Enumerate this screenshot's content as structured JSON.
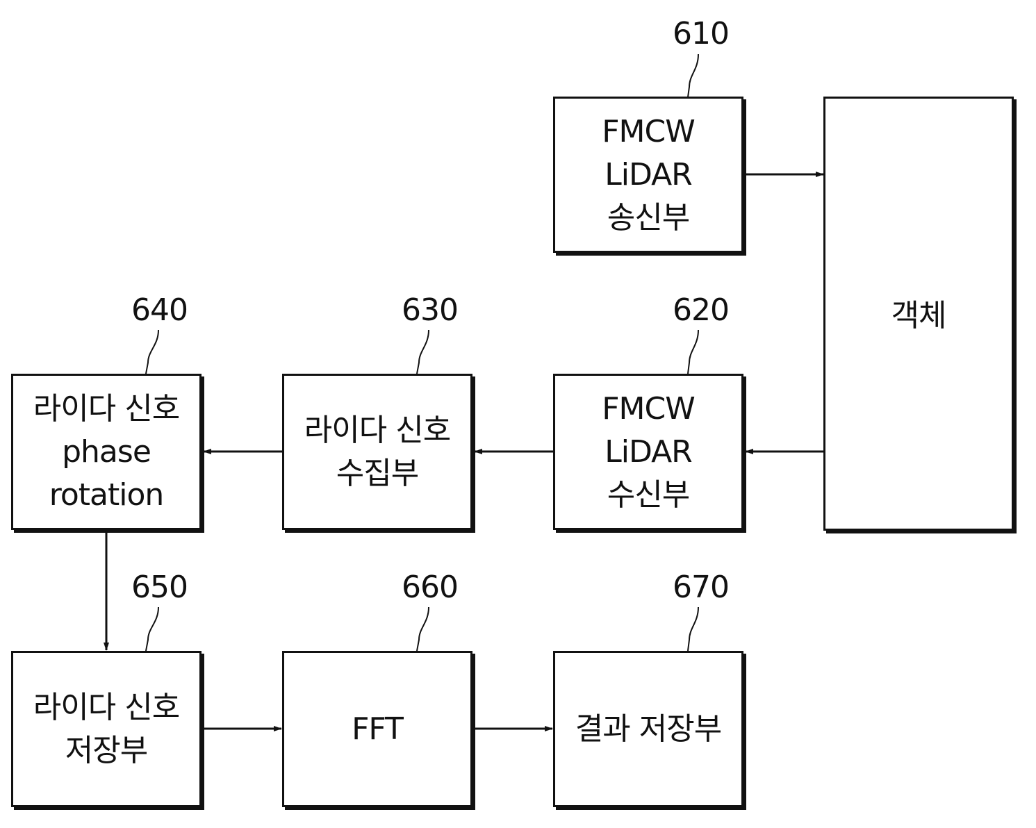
{
  "blocks": {
    "b610": {
      "ref": "610",
      "lines": [
        "FMCW",
        "LiDAR",
        "송신부"
      ]
    },
    "b620": {
      "ref": "620",
      "lines": [
        "FMCW",
        "LiDAR",
        "수신부"
      ]
    },
    "b630": {
      "ref": "630",
      "lines": [
        "라이다 신호",
        "수집부"
      ]
    },
    "b640": {
      "ref": "640",
      "lines": [
        "라이다 신호",
        "phase",
        "rotation"
      ]
    },
    "b650": {
      "ref": "650",
      "lines": [
        "라이다 신호",
        "저장부"
      ]
    },
    "b660": {
      "ref": "660",
      "lines": [
        "FFT"
      ]
    },
    "b670": {
      "ref": "670",
      "lines": [
        "결과 저장부"
      ]
    },
    "object": {
      "lines": [
        "객체"
      ]
    }
  }
}
